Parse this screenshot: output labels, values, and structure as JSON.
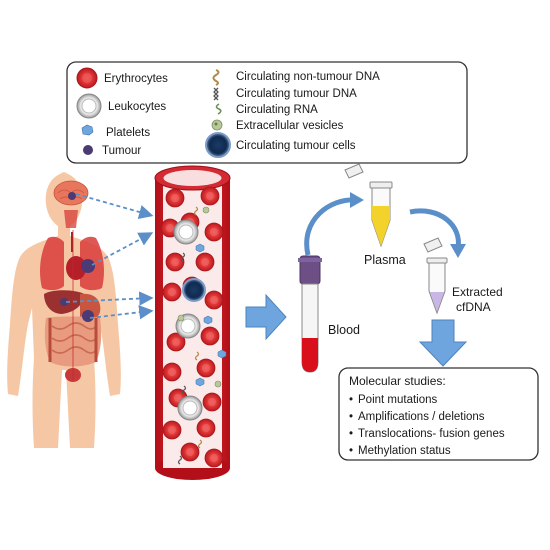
{
  "legend": {
    "left_items": [
      {
        "label": "Erythrocytes",
        "icon": "erythrocyte-icon"
      },
      {
        "label": "Leukocytes",
        "icon": "leukocyte-icon"
      },
      {
        "label": "Platelets",
        "icon": "platelet-icon"
      },
      {
        "label": "Tumour",
        "icon": "tumour-icon"
      }
    ],
    "right_items": [
      {
        "label": "Circulating non-tumour DNA",
        "icon": "non-tumour-dna-icon"
      },
      {
        "label": "Circulating tumour DNA",
        "icon": "tumour-dna-icon"
      },
      {
        "label": "Circulating RNA",
        "icon": "rna-icon"
      },
      {
        "label": "Extracellular vesicles",
        "icon": "vesicle-icon"
      },
      {
        "label": "Circulating tumour cells",
        "icon": "tumour-cell-icon"
      }
    ]
  },
  "labels": {
    "plasma": "Plasma",
    "blood": "Blood",
    "extracted_line1": "Extracted",
    "extracted_line2": "cfDNA"
  },
  "molecular": {
    "title": "Molecular studies:",
    "bullet": "•",
    "items": [
      "Point mutations",
      "Amplifications / deletions",
      "Translocations- fusion genes",
      "Methylation status"
    ]
  },
  "colors": {
    "erythrocyte": "#d8232a",
    "vessel": "#c8141e",
    "plasma": "#f2d22b",
    "arrow": "#5b9bd5",
    "tumour": "#4b3a73",
    "tube_cap": "#6d4f86",
    "body_skin": "#f4c19a"
  }
}
